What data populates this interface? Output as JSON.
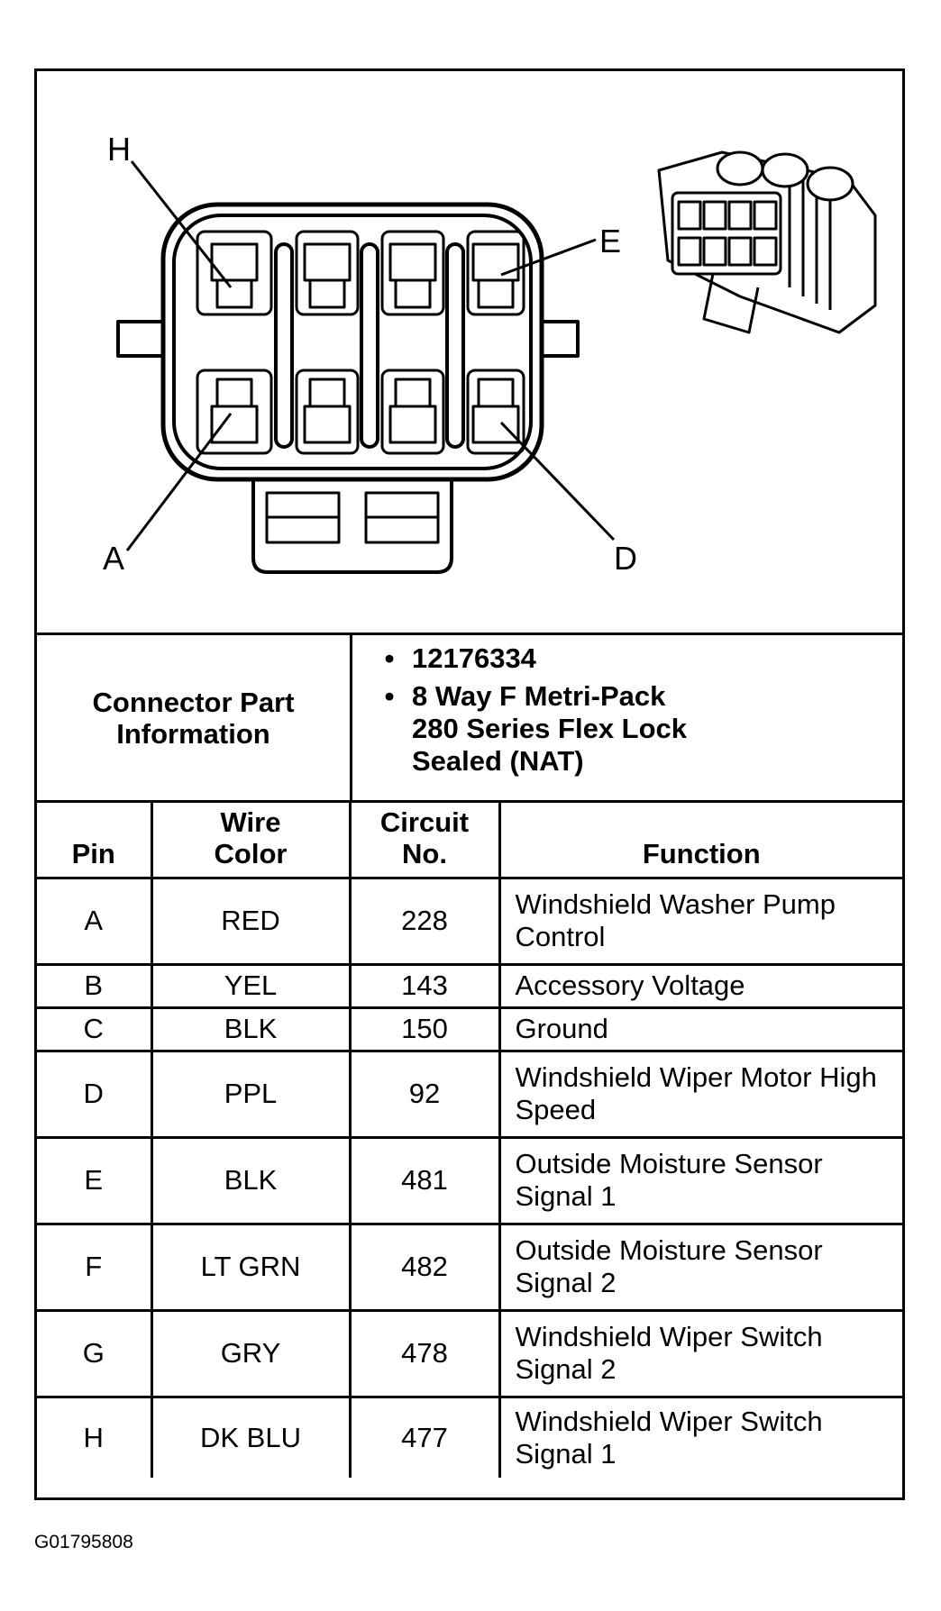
{
  "diagram": {
    "pin_callouts": [
      "H",
      "E",
      "A",
      "D"
    ]
  },
  "connector_info": {
    "label_line1": "Connector Part",
    "label_line2": "Information",
    "items": [
      "12176334",
      "8 Way F Metri-Pack 280 Series Flex Lock Sealed (NAT)"
    ]
  },
  "table": {
    "headers": {
      "pin": "Pin",
      "wire_color_1": "Wire",
      "wire_color_2": "Color",
      "circuit_1": "Circuit",
      "circuit_2": "No.",
      "function": "Function"
    },
    "rows": [
      {
        "pin": "A",
        "color": "RED",
        "circuit": "228",
        "function": "Windshield Washer Pump Control"
      },
      {
        "pin": "B",
        "color": "YEL",
        "circuit": "143",
        "function": "Accessory Voltage"
      },
      {
        "pin": "C",
        "color": "BLK",
        "circuit": "150",
        "function": "Ground"
      },
      {
        "pin": "D",
        "color": "PPL",
        "circuit": "92",
        "function": "Windshield Wiper Motor High Speed"
      },
      {
        "pin": "E",
        "color": "BLK",
        "circuit": "481",
        "function": "Outside Moisture Sensor Signal 1"
      },
      {
        "pin": "F",
        "color": "LT GRN",
        "circuit": "482",
        "function": "Outside Moisture Sensor Signal 2"
      },
      {
        "pin": "G",
        "color": "GRY",
        "circuit": "478",
        "function": "Windshield Wiper Switch Signal 2"
      },
      {
        "pin": "H",
        "color": "DK BLU",
        "circuit": "477",
        "function": "Windshield Wiper Switch Signal 1"
      }
    ]
  },
  "caption": "G01795808"
}
